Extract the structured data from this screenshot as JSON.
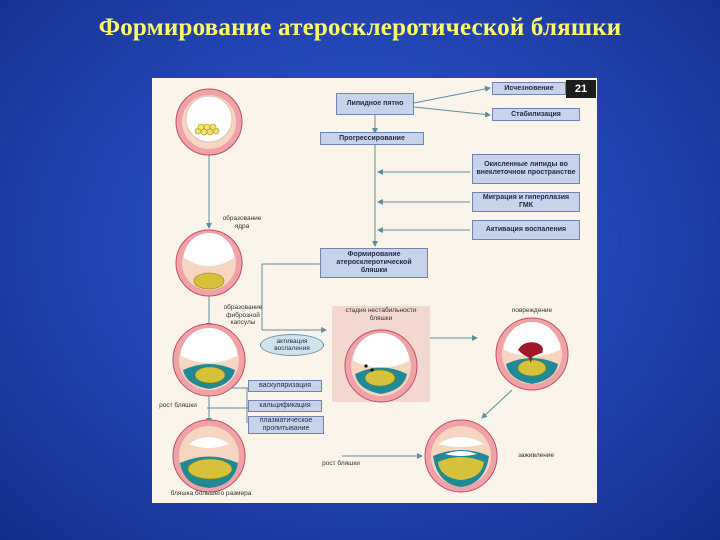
{
  "title": "Формирование атеросклеротической бляшки",
  "figure": {
    "page_number": "21",
    "boxes": {
      "lipid_spot": "Липидное пятно",
      "disappearance": "Исчезновение",
      "stabilization": "Стабилизация",
      "progression": "Прогрессирование",
      "oxidized_lipids": "Окисленные липиды во внеклеточном пространстве",
      "migration": "Миграция и гиперплазия ГМК",
      "inflammation_activation": "Активация воспаления",
      "plaque_formation": "Формирование атеросклеротической бляшки",
      "vascularization": "васкуляризация",
      "calcification": "кальцификация",
      "plasmatic_impregnation": "плазматическое пропитывание",
      "inflammation_activation_oval": "активация воспаления"
    },
    "labels": {
      "core_formation": "образование ядра",
      "fibrous_cap_formation": "образование фиброзной капсулы",
      "instability_stage": "стадия нестабильности бляшки",
      "damage": "повреждение",
      "plaque_growth_left": "рост бляшки",
      "plaque_growth_bottom": "рост бляшки",
      "healing": "заживление",
      "larger_plaque": "бляшка большего размера"
    }
  }
}
